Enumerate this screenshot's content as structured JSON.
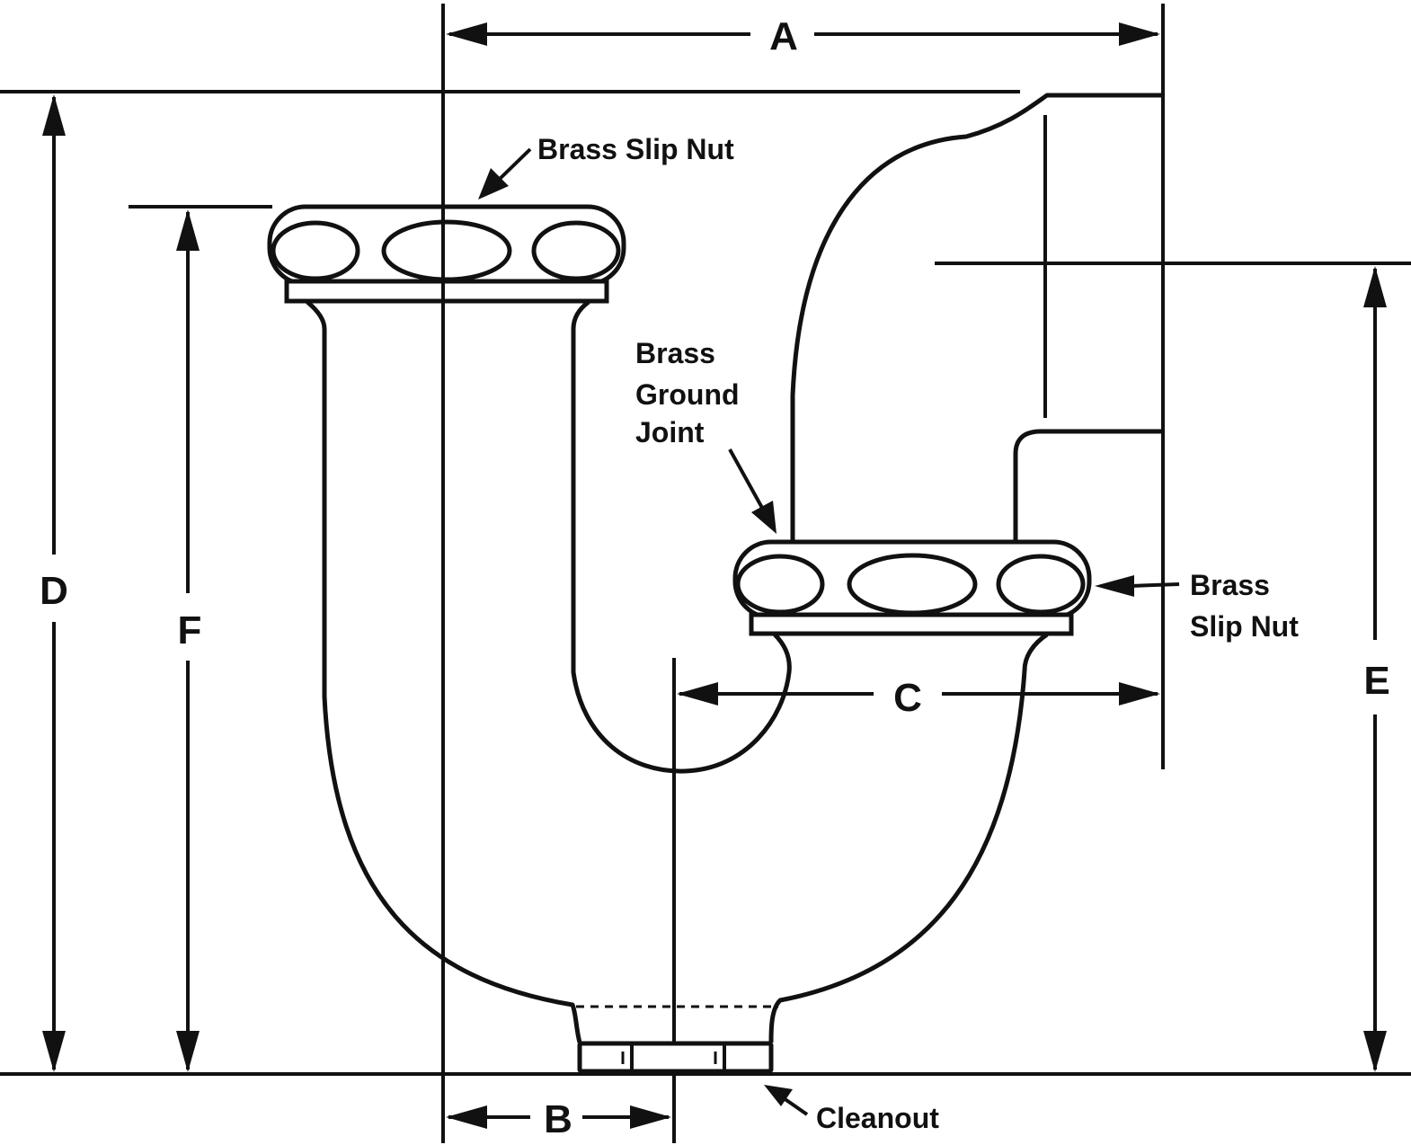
{
  "dimensions": {
    "a": "A",
    "b": "B",
    "c": "C",
    "d": "D",
    "e": "E",
    "f": "F"
  },
  "callouts": {
    "top_nut": "Brass Slip Nut",
    "ground_joint": [
      "Brass",
      "Ground",
      "Joint"
    ],
    "right_nut": [
      "Brass",
      "Slip Nut"
    ],
    "cleanout": "Cleanout"
  },
  "colors": {
    "line": "#111111",
    "background": "#ffffff"
  }
}
